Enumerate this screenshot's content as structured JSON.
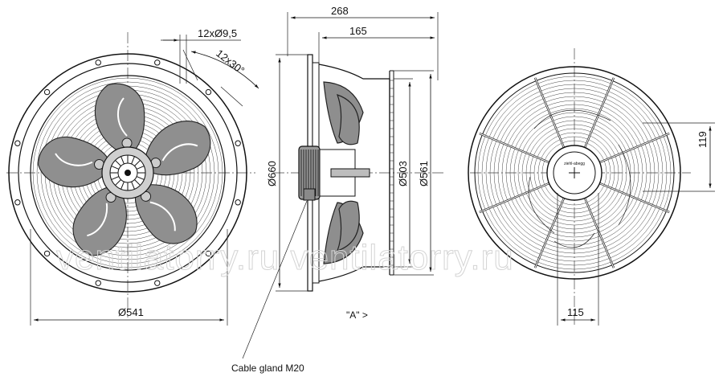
{
  "title": "",
  "dimensions": {
    "holes": "12xØ9,5",
    "angle": "12x30°",
    "width_total": "268",
    "width_inner": "165",
    "dia_outer": "Ø660",
    "dia_503": "Ø503",
    "dia_561": "Ø561",
    "dia_541": "Ø541",
    "offset_119": "119",
    "offset_115": "115"
  },
  "labels": {
    "view_a": "\"A\" >",
    "cable_gland": "Cable gland M20",
    "guard_brand": "ziehl-abegg"
  },
  "watermark": "ventilatorry.ru ventilatorry.ru",
  "icons": [
    "front-view-fan",
    "side-view-fan",
    "rear-view-guard"
  ]
}
